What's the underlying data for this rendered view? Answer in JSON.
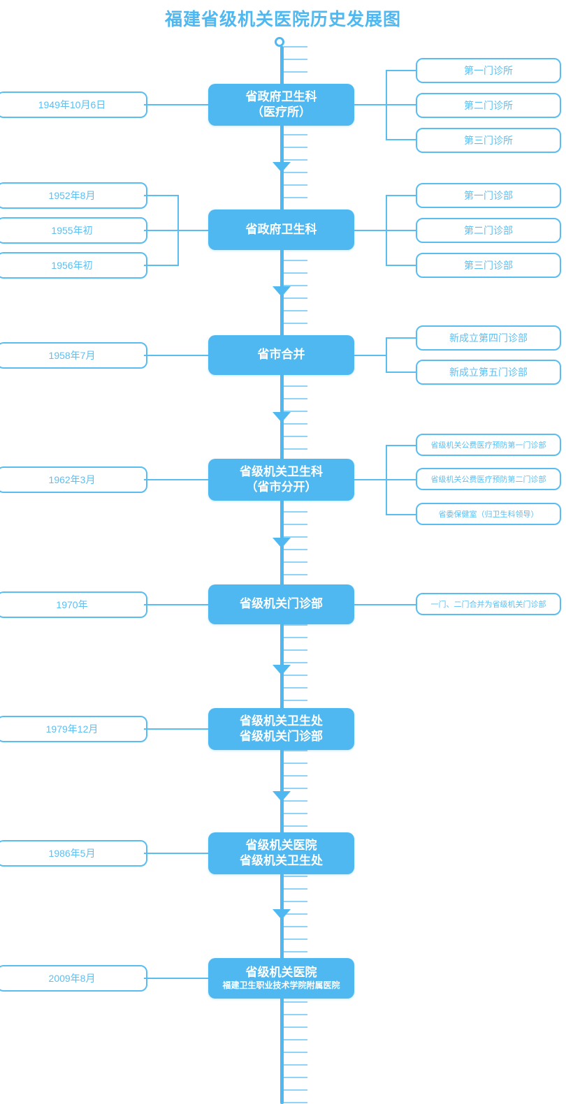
{
  "page": {
    "title": "福建省级机关医院历史发展图",
    "accent": "#4FB8F0",
    "outline_color": "#59BDF2",
    "text_color": "#5BBFF3",
    "background": "#ffffff"
  },
  "timeline": {
    "orientation": "vertical",
    "cap_icon": "circle-node-icon",
    "arrow_icon": "triangle-down-icon",
    "arrow_count": 6,
    "stages": [
      {
        "id": "stage-1949",
        "dates": [
          "1949年10月6日"
        ],
        "node": {
          "lines": [
            "省政府卫生科",
            "（医疗所）"
          ]
        },
        "branches": [
          "第一门诊所",
          "第二门诊所",
          "第三门诊所"
        ]
      },
      {
        "id": "stage-1952",
        "dates": [
          "1952年8月",
          "1955年初",
          "1956年初"
        ],
        "node": {
          "lines": [
            "省政府卫生科"
          ]
        },
        "branches": [
          "第一门诊部",
          "第二门诊部",
          "第三门诊部"
        ]
      },
      {
        "id": "stage-1958",
        "dates": [
          "1958年7月"
        ],
        "node": {
          "lines": [
            "省市合并"
          ]
        },
        "branches": [
          "新成立第四门诊部",
          "新成立第五门诊部"
        ]
      },
      {
        "id": "stage-1962",
        "dates": [
          "1962年3月"
        ],
        "node": {
          "lines": [
            "省级机关卫生科",
            "（省市分开）"
          ]
        },
        "branches": [
          "省级机关公费医疗预防第一门诊部",
          "省级机关公费医疗预防第二门诊部",
          "省委保健室（归卫生科领导）"
        ]
      },
      {
        "id": "stage-1970",
        "dates": [
          "1970年"
        ],
        "node": {
          "lines": [
            "省级机关门诊部"
          ]
        },
        "branches": [
          "一门、二门合并为省级机关门诊部"
        ]
      },
      {
        "id": "stage-1979",
        "dates": [
          "1979年12月"
        ],
        "node": {
          "lines": [
            "省级机关卫生处",
            "省级机关门诊部"
          ]
        },
        "branches": []
      },
      {
        "id": "stage-1986",
        "dates": [
          "1986年5月"
        ],
        "node": {
          "lines": [
            "省级机关医院",
            "省级机关卫生处"
          ]
        },
        "branches": []
      },
      {
        "id": "stage-2009",
        "dates": [
          "2009年8月"
        ],
        "node": {
          "lines": [
            "省级机关医院"
          ],
          "subtitle": "福建卫生职业技术学院附属医院"
        },
        "branches": []
      }
    ]
  }
}
